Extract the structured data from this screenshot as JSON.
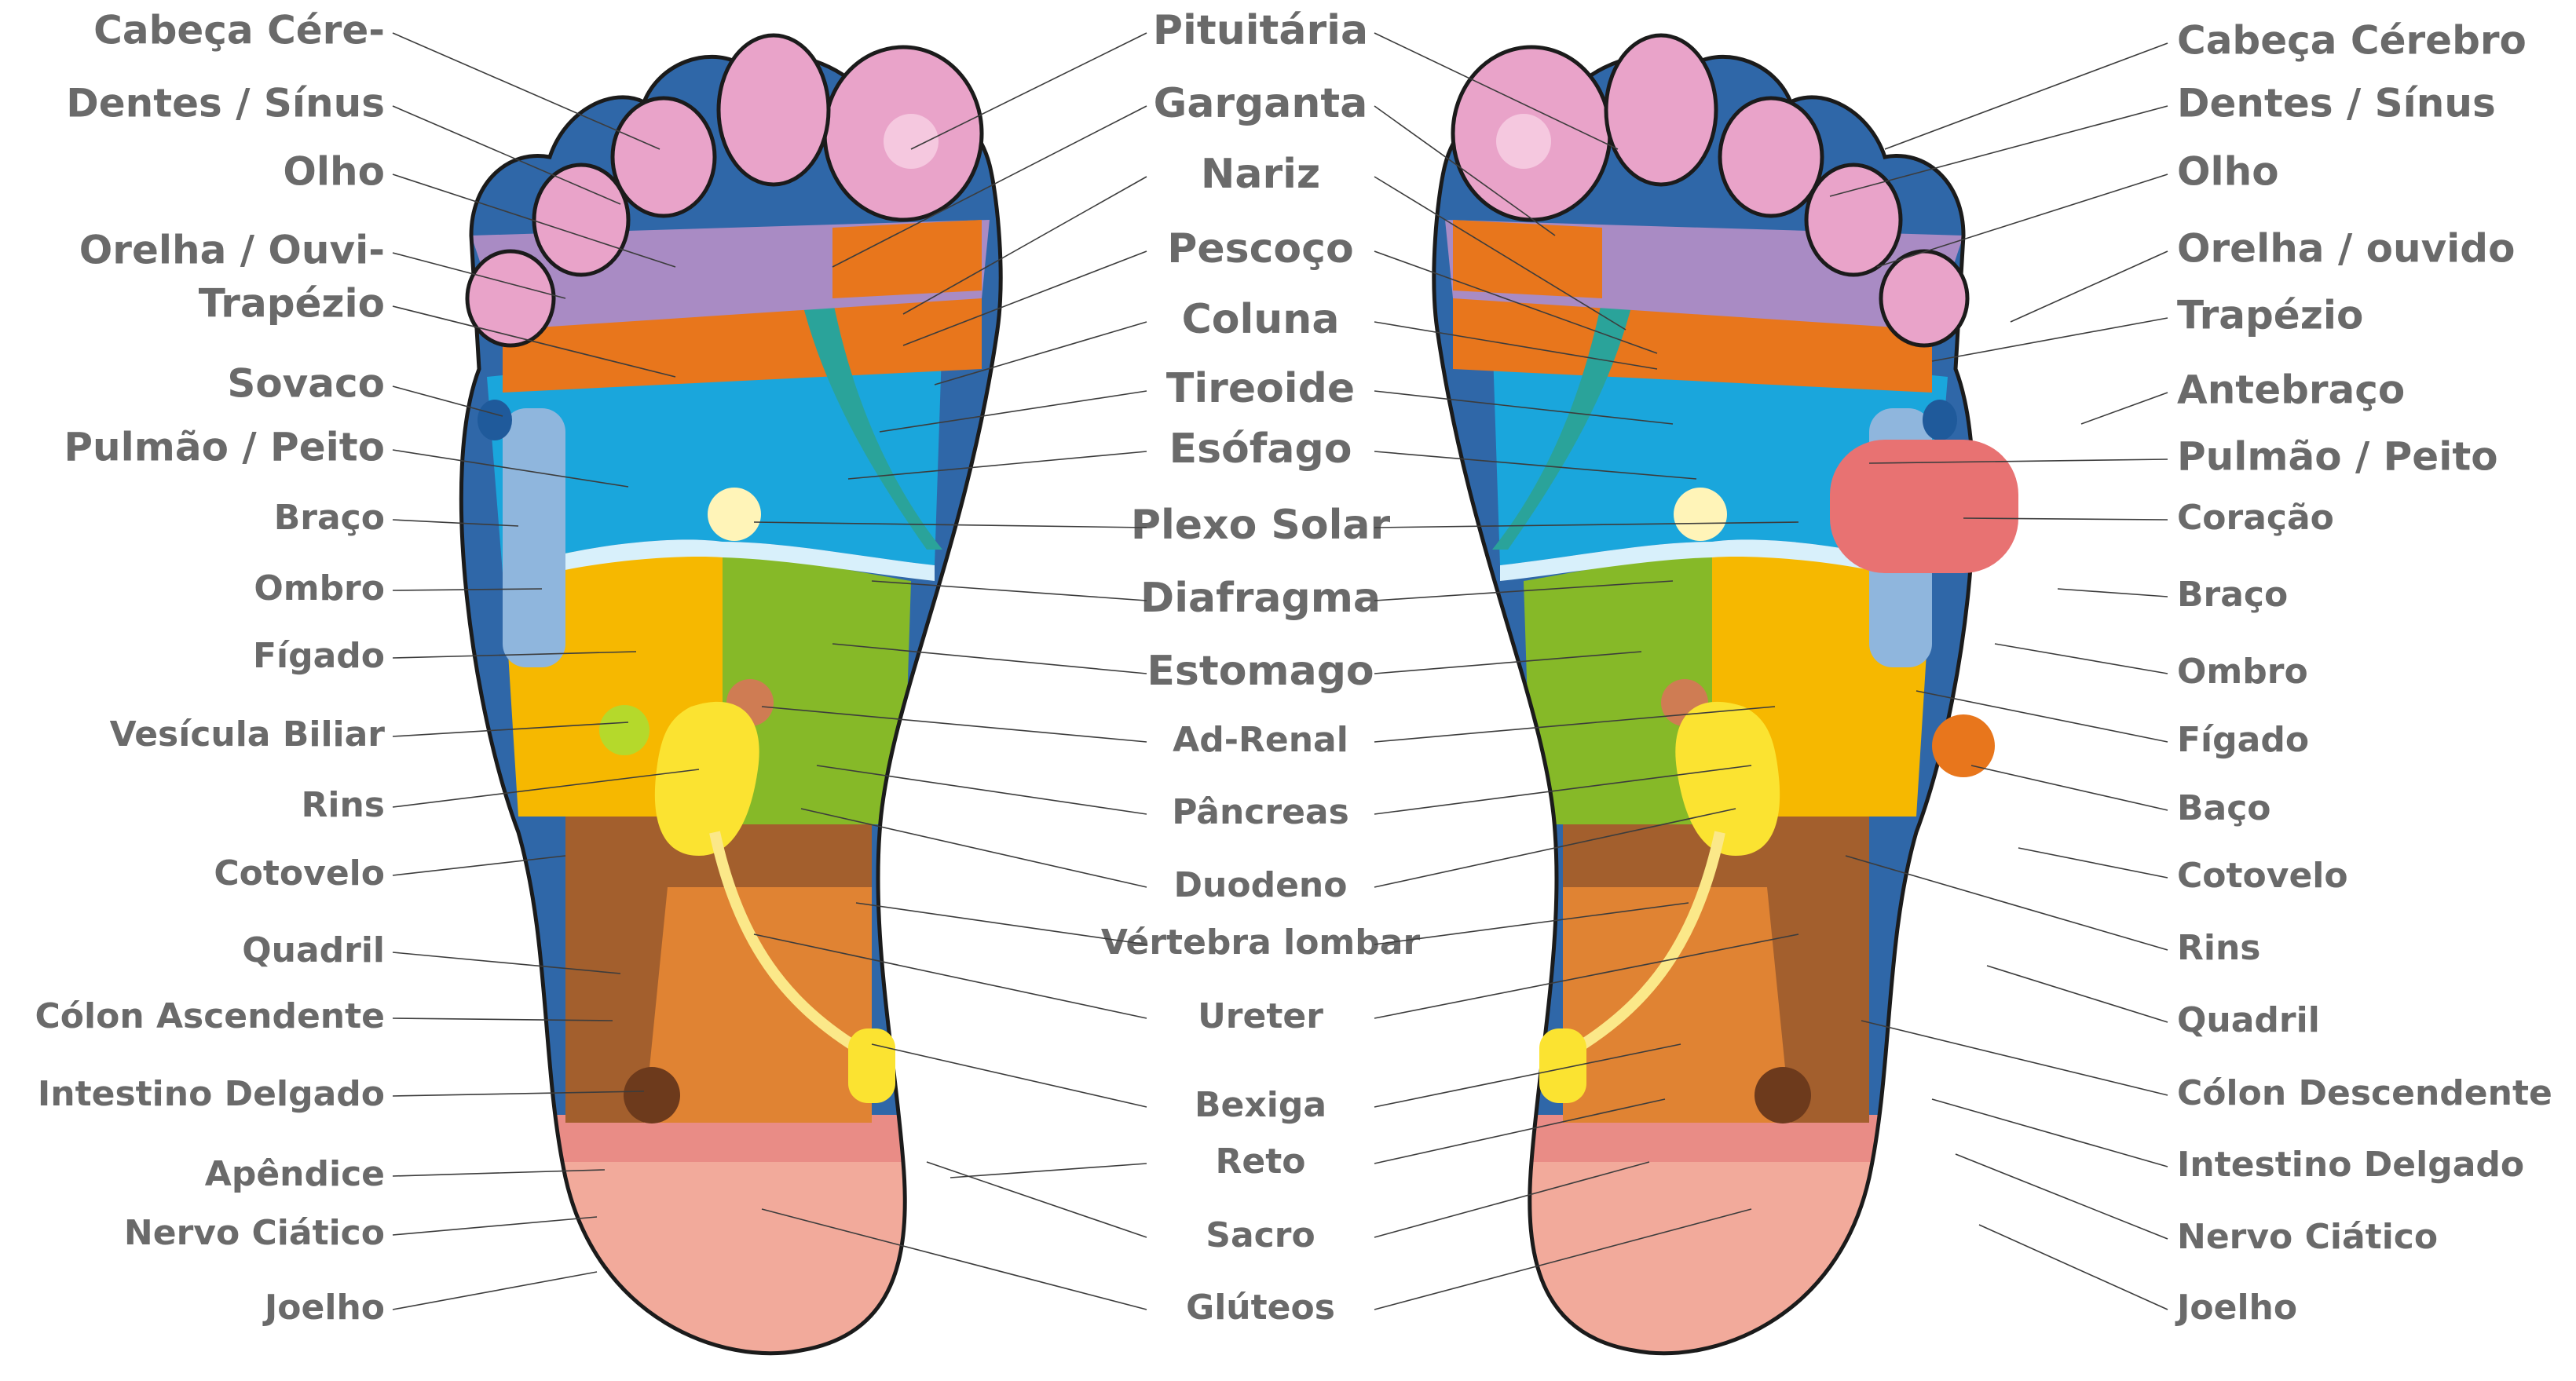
{
  "left_labels": [
    "Cabeça Cére-",
    "Dentes / Sínus",
    "Olho",
    "Orelha / Ouvi-",
    "Trapézio",
    "Sovaco",
    "Pulmão / Peito",
    "Braço",
    "Ombro",
    "Fígado",
    "Vesícula Biliar",
    "Rins",
    "Cotovelo",
    "Quadril",
    "Cólon Ascendente",
    "Intestino Delgado",
    "Apêndice",
    "Nervo Ciático",
    "Joelho"
  ],
  "center_labels": [
    "Pituitária",
    "Garganta",
    "Nariz",
    "Pescoço",
    "Coluna",
    "Tireoide",
    "Esófago",
    "Plexo Solar",
    "Diafragma",
    "Estomago",
    "Ad-Renal",
    "Pâncreas",
    "Duodeno",
    "Vértebra lombar",
    "Ureter",
    "Bexiga",
    "Reto",
    "Sacro",
    "Glúteos"
  ],
  "right_labels": [
    "Cabeça Cérebro",
    "Dentes / Sínus",
    "Olho",
    "Orelha / ouvido",
    "Trapézio",
    "Antebraço",
    "Pulmão / Peito",
    "Coração",
    "Braço",
    "Ombro",
    "Fígado",
    "Baço",
    "Cotovelo",
    "Rins",
    "Quadril",
    "Cólon Descendente",
    "Intestino Delgado",
    "Nervo Ciático",
    "Joelho"
  ],
  "colors": {
    "outline": "#1b1b1b",
    "edge_blue": "#2f67a8",
    "toe_pink": "#e9a3c9",
    "toe_purple": "#a98bc4",
    "chest_cyan": "#1aa6dc",
    "liver_yellow": "#f6b800",
    "stomach_green": "#86b928",
    "intestine_orange": "#e08333",
    "colon_brown": "#a35f2d",
    "kidney_yellow": "#fbe331",
    "heel_salmon": "#f2aa9b",
    "heart_red": "#e87272",
    "label_gray": "#6a6a6a"
  }
}
